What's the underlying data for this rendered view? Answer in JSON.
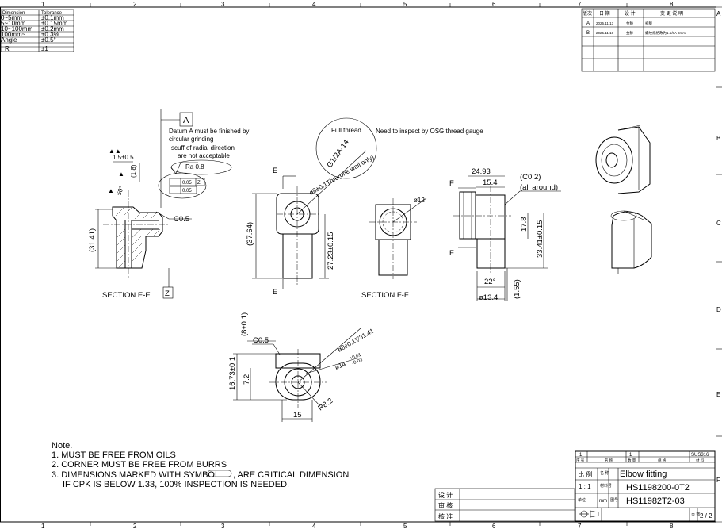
{
  "border": {
    "columns": [
      "1",
      "2",
      "3",
      "4",
      "5",
      "6",
      "7",
      "8"
    ],
    "rows": [
      "A",
      "B",
      "C",
      "D",
      "E",
      "F"
    ]
  },
  "tolerance_table": {
    "headers": [
      "Dimension",
      "Tolerance"
    ],
    "rows": [
      [
        "0~5mm",
        "±0.1mm"
      ],
      [
        "5~10mm",
        "±0.15mm"
      ],
      [
        "10~100mm",
        "±0.2mm"
      ],
      [
        "100mm~",
        "±0.3%"
      ],
      [
        "Angle",
        "±0.5°"
      ],
      [
        "R",
        "±1"
      ]
    ]
  },
  "revision_table": {
    "headers": [
      "版次",
      "日 期",
      "设 计",
      "变 更 说 明"
    ],
    "rows": [
      [
        "A",
        "2025.11.13",
        "金静",
        "初版"
      ],
      [
        "B",
        "2025.11.18",
        "金静",
        "螺纹规格改为1.5/8A 8mm"
      ]
    ]
  },
  "section_ee": {
    "datum_label": "A",
    "datum_notes": [
      "Datum A must be finished by",
      "circular grinding",
      "scuff of radial direction",
      "are not acceptable"
    ],
    "roughness": "Ra  0.8",
    "tol_1": "0.05",
    "tol_1_ref": "Z",
    "tol_2": "0.05",
    "dim_15": "1.5±0.5",
    "dim_18": "(1.8)",
    "angle_50": "50°",
    "chamfer": "C0.5",
    "dim_3141": "(31.41)",
    "caption": "SECTION E-E",
    "datum_z": "Z"
  },
  "front_view": {
    "thread_callout": "Full thread",
    "thread_spec": "G1/2A-14",
    "inspect_note": "Need to inspect by OSG thread gauge",
    "hole": "ø8±0.1Thru(one wall only)",
    "dim_3764": "(37.64)",
    "dim_2723": "27.23±0.15",
    "section_mark": "E"
  },
  "section_ff": {
    "caption": "SECTION F-F",
    "dia_12": "ø12"
  },
  "side_view": {
    "dim_2493": "24.93",
    "dim_154": "15.4",
    "chamfer": "(C0.2)",
    "chamfer_note": "(all around)",
    "dim_178": "17.8",
    "dim_3341": "33.41±0.15",
    "angle_22": "22°",
    "dia_134": "ø13.4",
    "dim_155": "(1.55)",
    "section_mark": "F"
  },
  "bottom_view": {
    "dim_8": "(8±0.1)",
    "chamfer": "C0.5",
    "hole1": "ø8±0.1▽31.41",
    "hole2_base": "ø14",
    "hole2_upper": "+0.01",
    "hole2_lower": "-0.03",
    "dim_1673": "16.73±0.1",
    "dim_72": "7.2",
    "dim_15": "15",
    "radius": "R8.2"
  },
  "notes": {
    "title": "Note.",
    "lines": [
      "1. MUST BE FREE FROM OILS",
      "2. CORNER MUST BE FREE FROM BURRS",
      "3. DIMENSIONS MARKED WITH SYMBOL",
      ", ARE CRITICAL DIMENSION",
      "IF CPK IS BELOW 1.33, 100% INSPECTION IS NEEDED."
    ]
  },
  "approval": {
    "labels": [
      "设 计",
      "审 核",
      "核 准"
    ]
  },
  "title_block": {
    "qty_row": [
      "1",
      "1",
      "SUS316"
    ],
    "qty_header": [
      "序 号",
      "名 称",
      "数 量",
      "规 格",
      "材 料"
    ],
    "scale_label": "比 例",
    "scale_value": "1 : 1",
    "name_label": "名 称",
    "part_name": "Elbow fitting",
    "material_label": "材料号",
    "part_number": "HS1198200-0T2",
    "unit_label": "单位",
    "unit_value": "mm",
    "drawing_label": "图号",
    "drawing_number": "HS11982T2-03",
    "sheet_label": "页 数",
    "sheet_value": "2 / 2"
  }
}
